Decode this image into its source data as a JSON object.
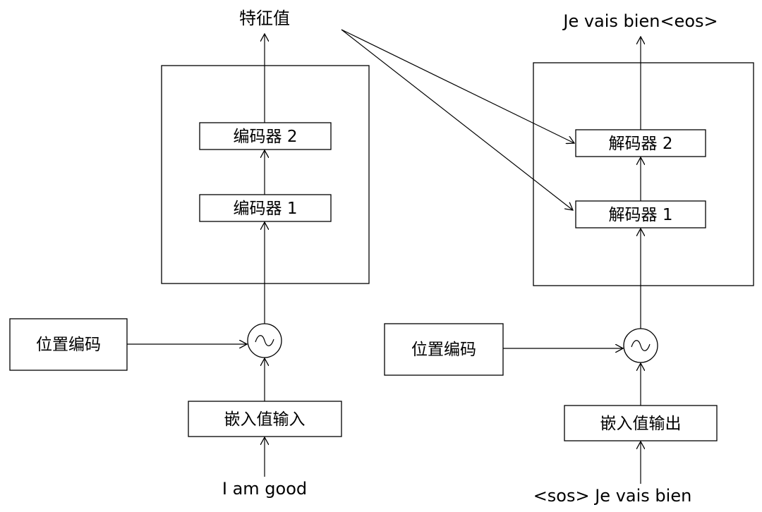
{
  "encoder": {
    "output_label": "特征值",
    "encoder2_label": "编码器 2",
    "encoder1_label": "编码器 1",
    "positional_label": "位置编码",
    "embedding_label": "嵌入值输入",
    "input_text": "I am good"
  },
  "decoder": {
    "output_text": "Je vais bien<eos>",
    "decoder2_label": "解码器 2",
    "decoder1_label": "解码器 1",
    "positional_label": "位置编码",
    "embedding_label": "嵌入值输出",
    "input_text": "<sos> Je vais bien"
  }
}
